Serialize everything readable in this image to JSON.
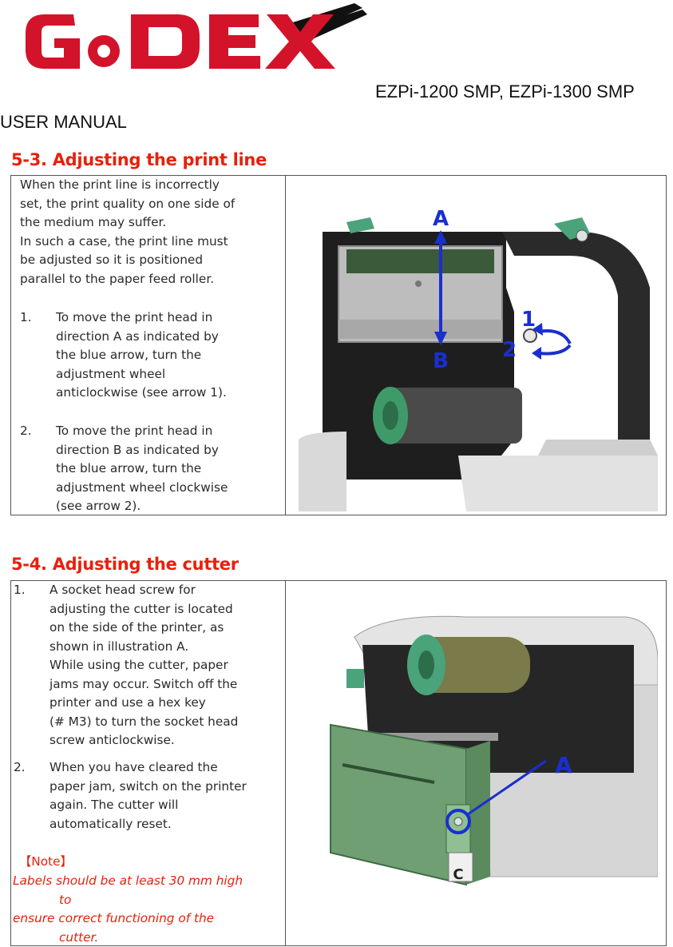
{
  "header": {
    "logo_text": "GoDEX",
    "model": "EZPi-1200 SMP, EZPi-1300 SMP",
    "manual": "USER MANUAL"
  },
  "section1": {
    "title": "5-3. Adjusting the print line",
    "intro": [
      "When the print line is incorrectly",
      "set, the print quality on one side of",
      "the medium may suffer.",
      "In such a case, the print line must",
      "be adjusted so it is positioned",
      "parallel to the paper feed roller."
    ],
    "steps": [
      {
        "num": "1.",
        "lines": [
          "To move the print head in",
          "direction A as indicated by",
          "the blue arrow, turn the",
          "adjustment wheel",
          "anticlockwise (see arrow 1)."
        ]
      },
      {
        "num": "2.",
        "lines": [
          "To move the print head in",
          "direction B as indicated by",
          "the blue arrow, turn the",
          "adjustment wheel clockwise",
          "(see arrow 2)."
        ]
      }
    ],
    "figure": {
      "label_a": "A",
      "label_b": "B",
      "label_1": "1",
      "label_2": "2"
    }
  },
  "section2": {
    "title": "5-4. Adjusting the cutter",
    "steps": [
      {
        "num": "1.",
        "lines": [
          "A socket head screw for",
          "adjusting the cutter is located",
          "on the side of the printer, as",
          "shown in illustration A.",
          "While using the cutter, paper",
          "jams may occur. Switch off the",
          "printer and use a hex key",
          "(# M3) to turn the socket head",
          "screw anticlockwise."
        ]
      },
      {
        "num": "2.",
        "lines": [
          "When you have cleared the",
          "paper jam, switch on the printer",
          "again. The cutter will",
          "automatically reset."
        ]
      }
    ],
    "note": {
      "heading": "【Note】",
      "lines": [
        "Labels should be at least 30 mm high",
        "to",
        "ensure correct functioning of the",
        "cutter."
      ]
    },
    "figure": {
      "label_a": "A",
      "label_c": "C"
    }
  },
  "colors": {
    "title_red": "#e8200c",
    "arrow_blue": "#1a2fd0",
    "logo_red": "#d3132a",
    "cutter_green": "#6f9f72"
  }
}
